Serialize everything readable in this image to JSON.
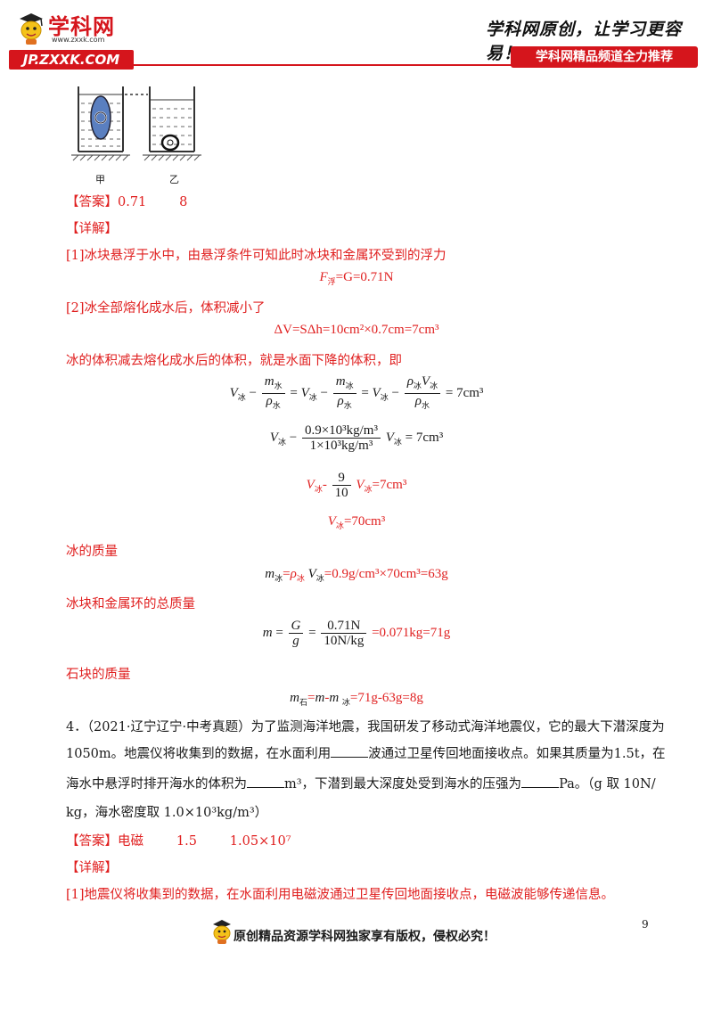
{
  "header": {
    "logo_cn": "学科网",
    "logo_url_small": "www.zxxk.com",
    "jp_banner": "JP.ZXXK.COM",
    "slogan": "学科网原创，让学习更容易！",
    "channel_banner": "学科网精品频道全力推荐"
  },
  "figure": {
    "label_left": "甲",
    "label_right": "乙"
  },
  "answer1": {
    "label": "【答案】",
    "values": "0.71        8"
  },
  "detail1": {
    "label": "【详解】",
    "p1": "[1]冰块悬浮于水中，由悬浮条件可知此时冰块和金属环受到的浮力",
    "eq1_lhs": "F",
    "eq1_sub": "浮",
    "eq1_rhs": "=G=0.71N",
    "p2": "[2]冰全部熔化成水后，体积减小了",
    "eq2": "ΔV=SΔh=10cm²×0.7cm=7cm³",
    "p3": "冰的体积减去熔化成水后的体积，就是水面下降的体积，即",
    "eq3_tail": "= 7cm³",
    "eq4_num": "0.9×10³kg/m³",
    "eq4_den": "1×10³kg/m³",
    "eq4_tail": "= 7cm³",
    "eq5_num": "9",
    "eq5_den": "10",
    "eq5_tail": "=7cm³",
    "eq6_tail": "=70cm³",
    "p4": "冰的质量",
    "eq7_tail": "=0.9g/cm³×70cm³=63g",
    "p5": "冰块和金属环的总质量",
    "eq8_num1": "G",
    "eq8_den1": "g",
    "eq8_num2": "0.71N",
    "eq8_den2": "10N/kg",
    "eq8_tail": "=0.071kg=71g",
    "p6": "石块的质量",
    "eq9_tail": "=71g-63g=8g"
  },
  "question4": {
    "line1": "4．（2021·辽宁辽宁·中考真题）为了监测海洋地震，我国研发了移动式海洋地震仪，它的最大下潜深度为",
    "line2a": "1050m。地震仪将收集到的数据，在水面利用",
    "line2b": "波通过卫星传回地面接收点。如果其质量为1.5t，在",
    "line3a": "海水中悬浮时排开海水的体积为",
    "line3b": "m³，下潜到最大深度处受到海水的压强为",
    "line3c": "Pa。（g 取 10N/",
    "line4": "kg，海水密度取 1.0×10³kg/m³）"
  },
  "answer4": {
    "label": "【答案】",
    "values": "电磁        1.5        1.05×10⁷"
  },
  "detail4": {
    "label": "【详解】",
    "p1": "[1]地震仪将收集到的数据，在水面利用电磁波通过卫星传回地面接收点，电磁波能够传递信息。"
  },
  "footer": {
    "page_number": "9",
    "copyright": "原创精品资源学科网独家享有版权，侵权必究！"
  }
}
